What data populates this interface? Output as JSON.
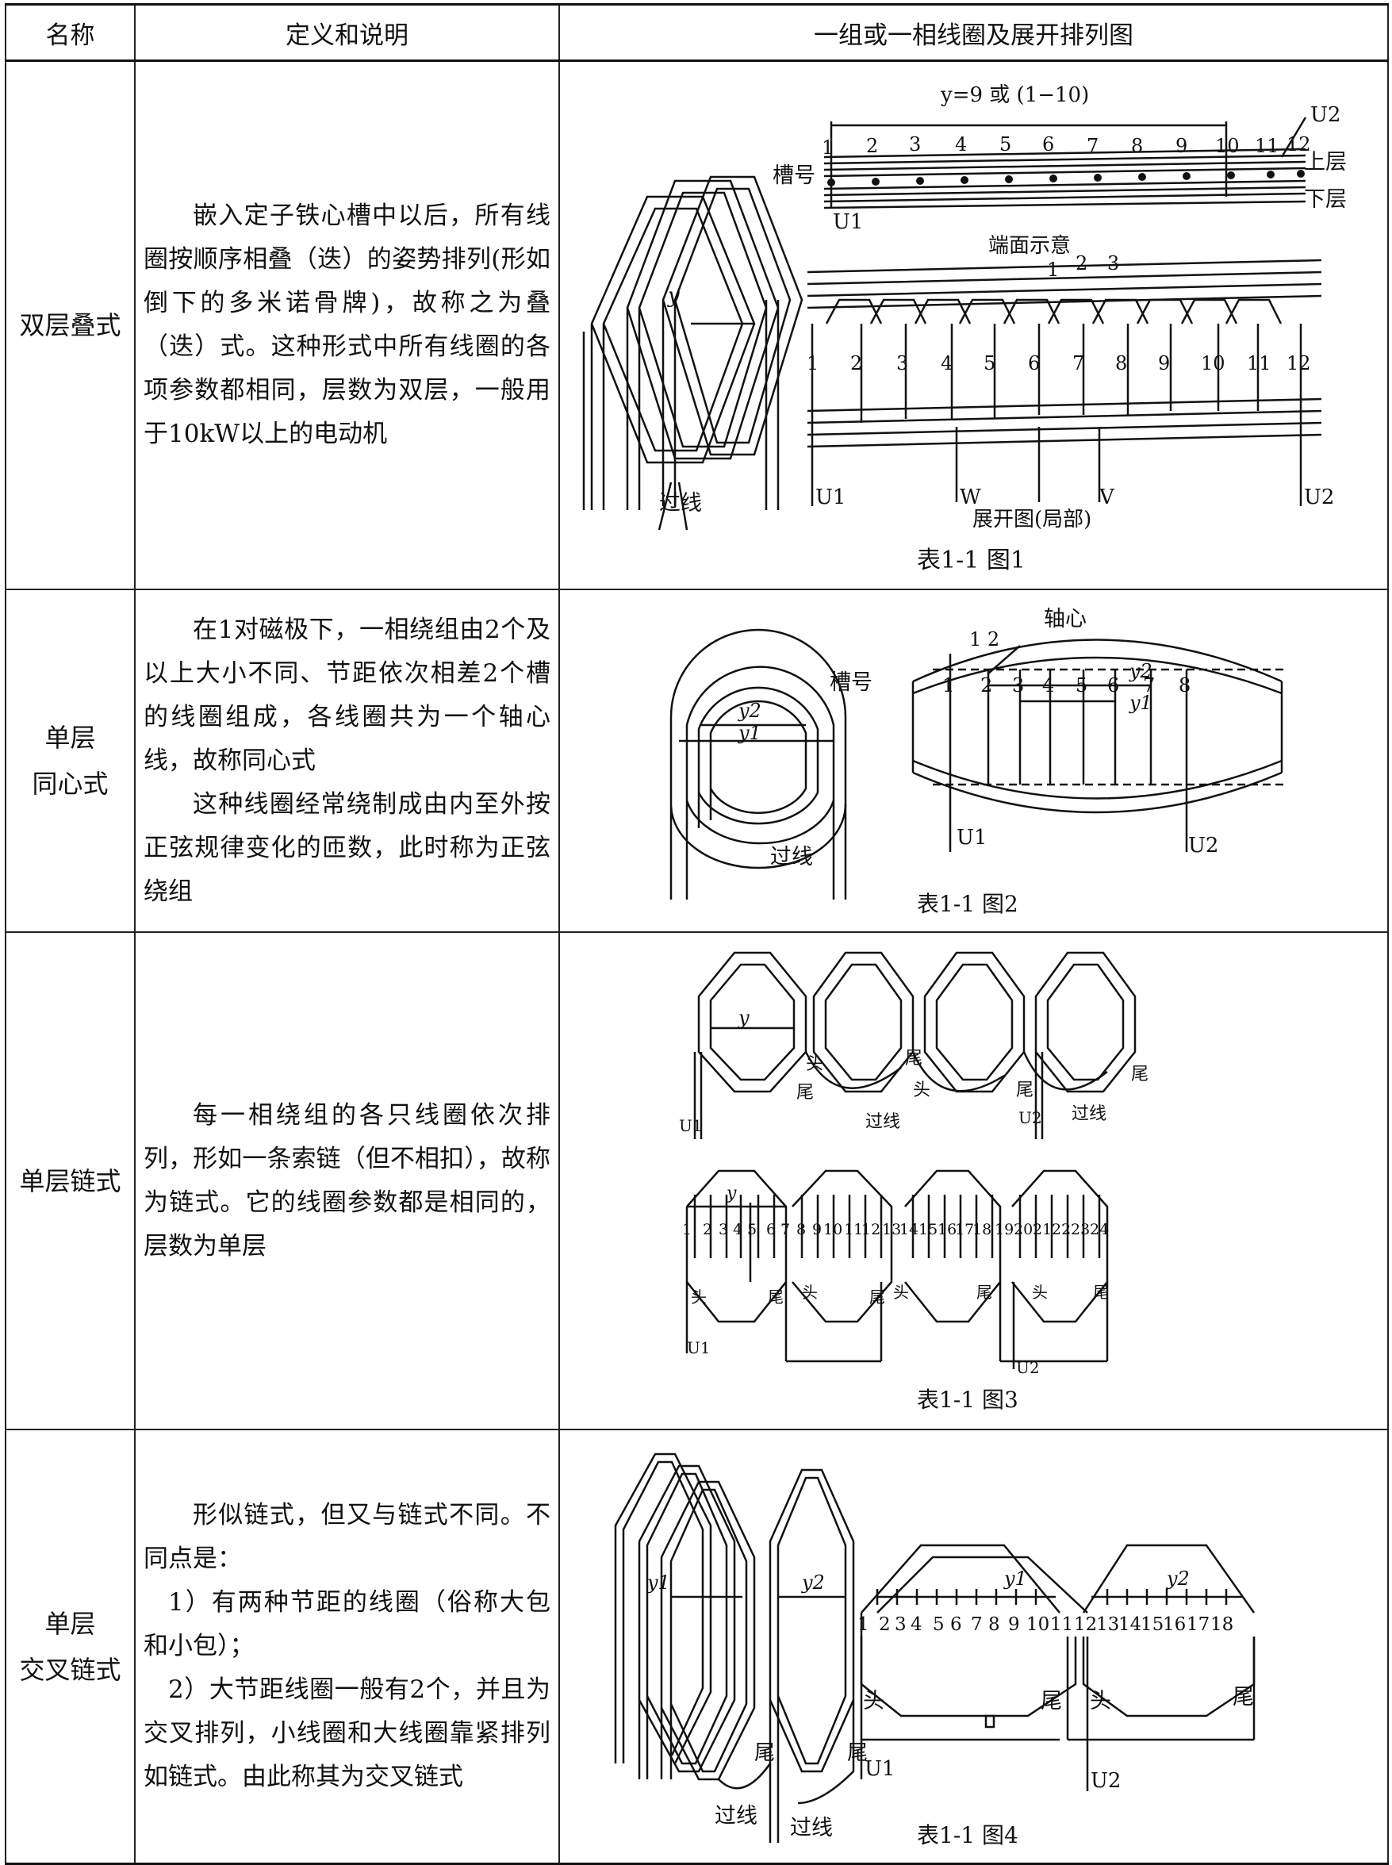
{
  "header": {
    "col_name": "名称",
    "col_desc": "定义和说明",
    "col_fig": "一组或一相线圈及展开排列图"
  },
  "rows": [
    {
      "name": "双层叠式",
      "desc": [
        "嵌入定子铁心槽中以后，所有线圈按顺序相叠（迭）的姿势排列(形如倒下的多米诺骨牌)，故称之为叠（迭）式。这种形式中所有线圈的各项参数都相同，层数为双层，一般用于10kW以上的电动机"
      ],
      "fig": {
        "caption": "表1-1 图1",
        "pitch_label": "y=9 或 (1−10)",
        "slot_label": "槽号",
        "upper": "上层",
        "lower": "下层",
        "end_view": "端面示意",
        "expanded": "展开图(局部)",
        "crossover": "过线",
        "y": "y",
        "u1": "U1",
        "u2": "U2",
        "w": "W",
        "v": "V",
        "end_numbers": [
          "1",
          "2",
          "3"
        ],
        "slots": [
          "1",
          "2",
          "3",
          "4",
          "5",
          "6",
          "7",
          "8",
          "9",
          "10",
          "11",
          "12"
        ]
      }
    },
    {
      "name": "单层同心式",
      "name_lines": [
        "单层",
        "同心式"
      ],
      "desc": [
        "在1对磁极下，一相绕组由2个及以上大小不同、节距依次相差2个槽的线圈组成，各线圈共为一个轴心线，故称同心式",
        "这种线圈经常绕制成由内至外按正弦规律变化的匝数，此时称为正弦绕组"
      ],
      "fig": {
        "caption": "表1-1 图2",
        "axis": "轴心",
        "slot_label": "槽号",
        "crossover": "过线",
        "y1": "y1",
        "y2": "y2",
        "top_numbers": "1 2",
        "u1": "U1",
        "u2": "U2",
        "slots": [
          "1",
          "2",
          "3",
          "4",
          "5",
          "6",
          "7",
          "8"
        ]
      }
    },
    {
      "name": "单层链式",
      "desc": [
        "每一相绕组的各只线圈依次排列，形如一条索链（但不相扣），故称为链式。它的线圈参数都是相同的，层数为单层"
      ],
      "fig": {
        "caption": "表1-1 图3",
        "y": "y",
        "head": "头",
        "tail": "尾",
        "crossover": "过线",
        "u1": "U1",
        "u2": "U2",
        "slots": [
          "1",
          "2",
          "3",
          "4",
          "5",
          "6",
          "7",
          "8",
          "9",
          "10",
          "11",
          "12",
          "13",
          "14",
          "15",
          "16",
          "17",
          "18",
          "19",
          "20",
          "21",
          "22",
          "23",
          "24"
        ]
      }
    },
    {
      "name": "单层交叉链式",
      "name_lines": [
        "单层",
        "交叉链式"
      ],
      "desc": [
        "形似链式，但又与链式不同。不同点是：",
        "1）有两种节距的线圈（俗称大包和小包）；",
        "2）大节距线圈一般有2个，并且为交叉排列，小线圈和大线圈靠紧排列如链式。由此称其为交叉链式"
      ],
      "fig": {
        "caption": "表1-1 图4",
        "y1": "y1",
        "y2": "y2",
        "head": "头",
        "tail": "尾",
        "crossover": "过线",
        "u1": "U1",
        "u2": "U2",
        "slots": [
          "1",
          "2",
          "3",
          "4",
          "5",
          "6",
          "7",
          "8",
          "9",
          "10",
          "11",
          "12",
          "13",
          "14",
          "15",
          "16",
          "17",
          "18"
        ]
      }
    }
  ]
}
